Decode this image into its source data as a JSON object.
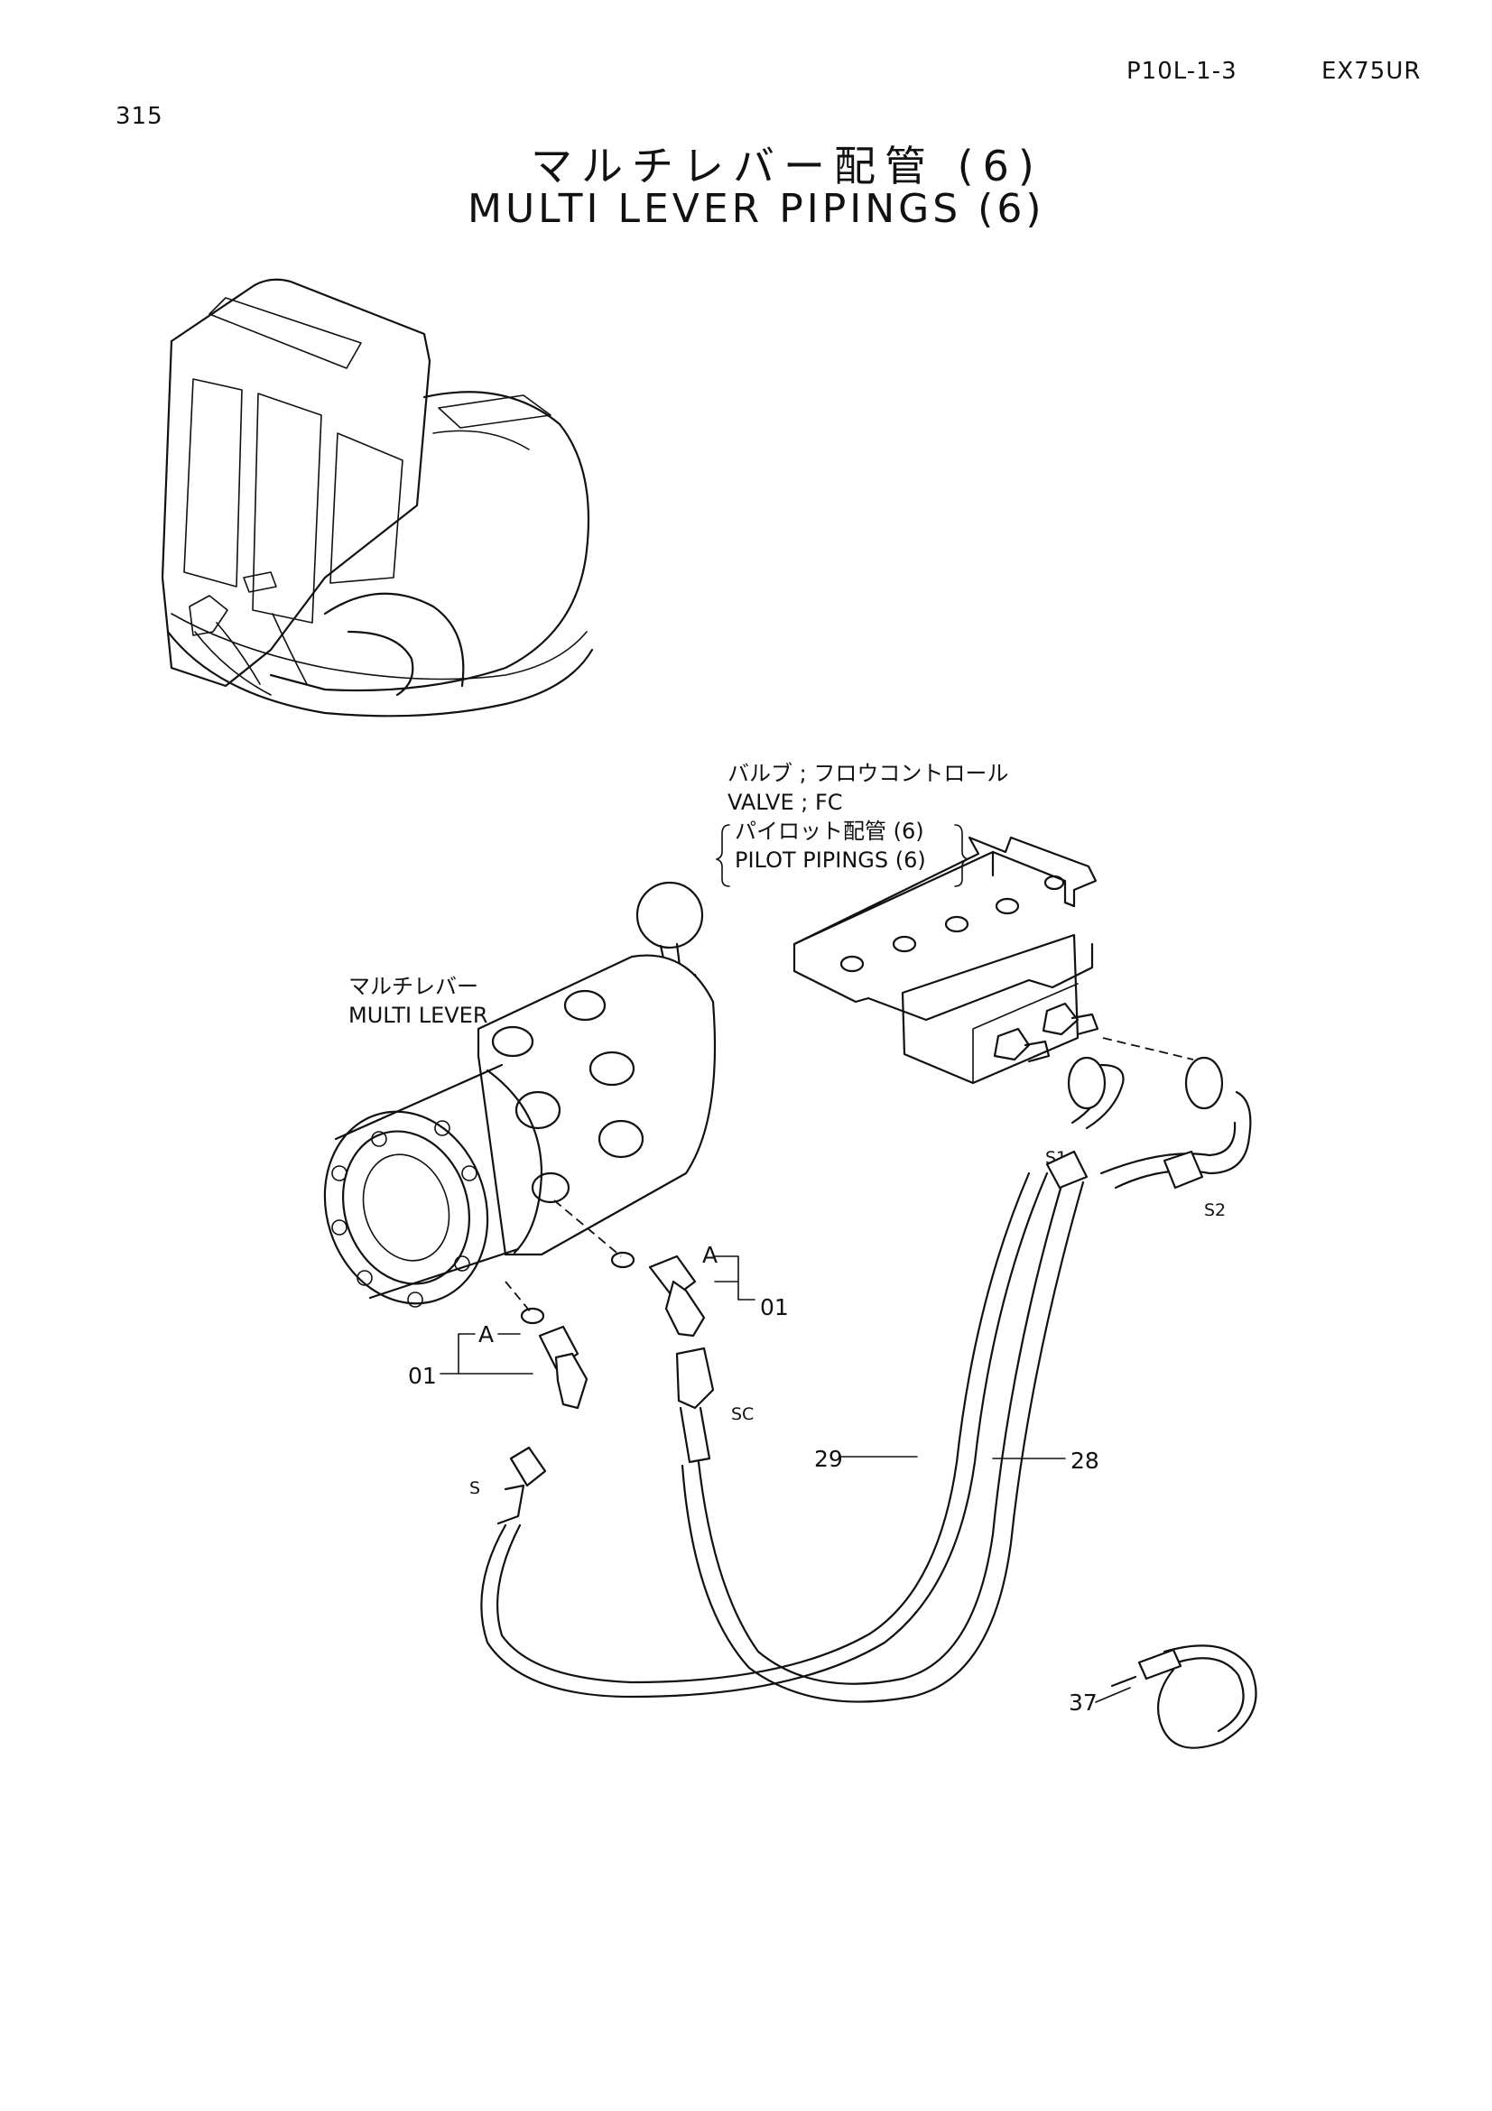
{
  "header": {
    "page_number": "315",
    "ref_code": "P10L-1-3",
    "model": "EX75UR"
  },
  "title": {
    "jp": "マルチレバー配管 (6)",
    "en": "MULTI LEVER PIPINGS (6)"
  },
  "labels": {
    "valve_jp": "バルブ ; フロウコントロール",
    "valve_en": "VALVE ; FC",
    "pilot_jp": "パイロット配管 (6)",
    "pilot_en": "PILOT PIPINGS (6)",
    "lever_jp": "マルチレバー",
    "lever_en": "MULTI LEVER"
  },
  "callouts": {
    "a_left": "A",
    "a_right": "A",
    "part_01_left": "01",
    "part_01_right": "01",
    "part_28": "28",
    "part_29": "29",
    "part_37": "37",
    "conn_s": "S",
    "conn_sc": "SC",
    "conn_s1": "S1",
    "conn_s2": "S2"
  },
  "icons": {
    "excavator": "excavator-cab-icon",
    "valve": "flow-control-valve-icon",
    "lever": "multi-lever-icon",
    "clamp": "cable-tie-icon"
  }
}
